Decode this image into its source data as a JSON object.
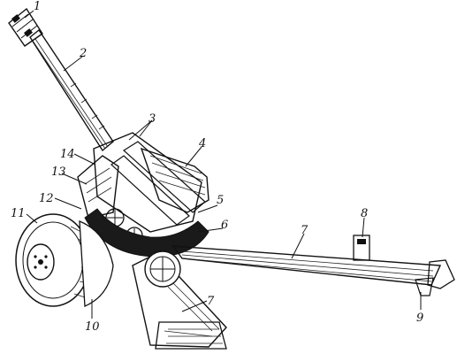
{
  "diagram": {
    "callouts": [
      {
        "id": "c1",
        "label": "1"
      },
      {
        "id": "c2",
        "label": "2"
      },
      {
        "id": "c3",
        "label": "3"
      },
      {
        "id": "c4",
        "label": "4"
      },
      {
        "id": "c5",
        "label": "5"
      },
      {
        "id": "c6",
        "label": "6"
      },
      {
        "id": "c7a",
        "label": "7"
      },
      {
        "id": "c7b",
        "label": "7"
      },
      {
        "id": "c8",
        "label": "8"
      },
      {
        "id": "c9",
        "label": "9"
      },
      {
        "id": "c10",
        "label": "10"
      },
      {
        "id": "c11",
        "label": "11"
      },
      {
        "id": "c12",
        "label": "12"
      },
      {
        "id": "c13",
        "label": "13"
      },
      {
        "id": "c14",
        "label": "14"
      }
    ],
    "ink_color": "#111111",
    "paper_color": "#ffffff"
  }
}
